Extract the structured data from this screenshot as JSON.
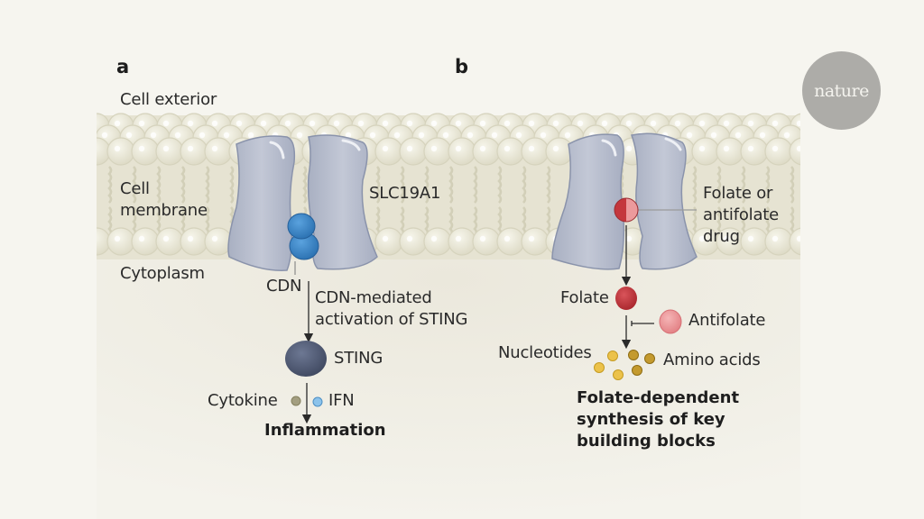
{
  "figure": {
    "panels": [
      {
        "id": "a",
        "label": "a",
        "regions": {
          "exterior": "Cell exterior",
          "membrane_line1": "Cell",
          "membrane_line2": "membrane",
          "cytoplasm": "Cytoplasm"
        },
        "transporter": "SLC19A1",
        "ligand": "CDN",
        "step1_line1": "CDN-mediated",
        "step1_line2": "activation of STING",
        "sting": "STING",
        "cytokine": "Cytokine",
        "ifn": "IFN",
        "outcome": "Inflammation"
      },
      {
        "id": "b",
        "label": "b",
        "ligand_line1": "Folate or",
        "ligand_line2": "antifolate",
        "ligand_line3": "drug",
        "folate": "Folate",
        "antifolate": "Antifolate",
        "nucleotides": "Nucleotides",
        "amino_acids": "Amino acids",
        "outcome_line1": "Folate-dependent",
        "outcome_line2": "synthesis of key",
        "outcome_line3": "building blocks"
      }
    ],
    "logo": "nature",
    "colors": {
      "background": "#f6f5ef",
      "membrane": "#e6e3d2",
      "lipid_head": "#ecebdc",
      "transporter": "#b9bfce",
      "cdn": "#3b87c9",
      "sting": "#535e78",
      "folate": "#c4373d",
      "antifolate": "#ec9a9c",
      "nucleotide": "#ecc24a",
      "amino_acid": "#b88a24",
      "cytokine": "#a39e80",
      "ifn": "#8cc3eb",
      "logo_circle": "#adaca8"
    }
  }
}
